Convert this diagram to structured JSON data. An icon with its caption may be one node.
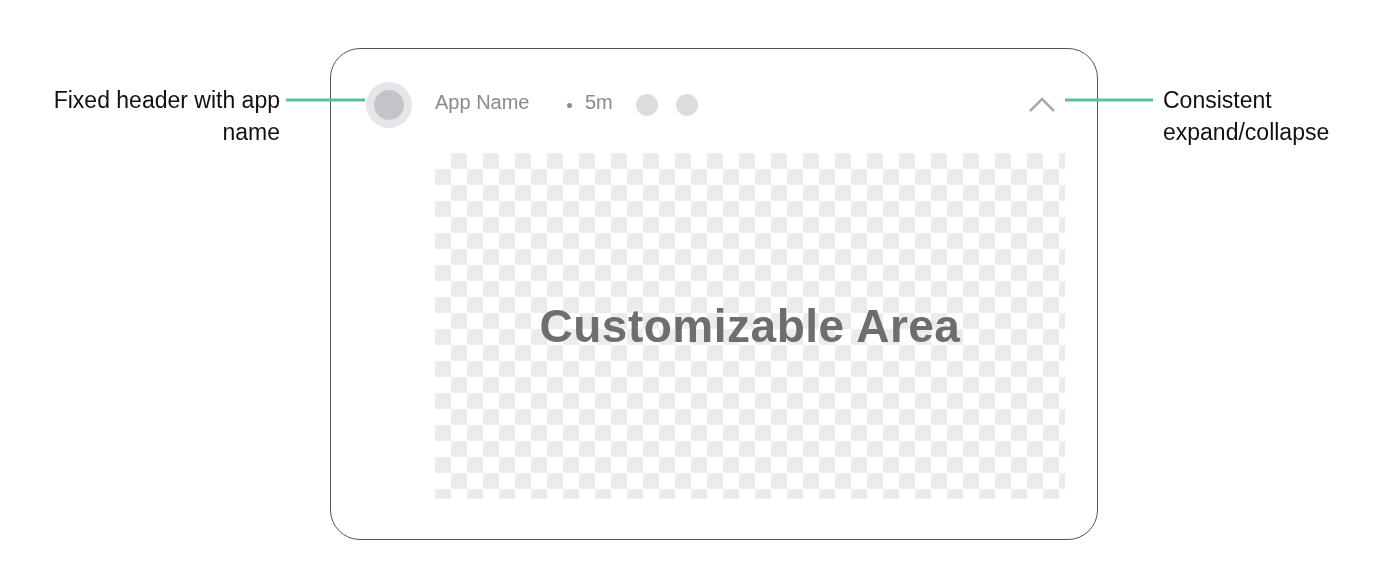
{
  "diagram": {
    "nodes": [
      {
        "text": [
          "Fixed header with app name"
        ]
      },
      {
        "text": [],
        "shape": "box"
      },
      {
        "text": [],
        "shape": "circle",
        "in": 1
      },
      {
        "text": [],
        "shape": "chevron",
        "in": 1
      },
      {
        "text": [
          "Customizable Area"
        ],
        "in": 1
      },
      {
        "text": [
          "Consistent expand/collapse"
        ]
      }
    ],
    "edges": [
      {
        "from": 0,
        "to": 2,
        "arrow": "none",
        "color": "#5bbfa0"
      },
      {
        "from": 5,
        "to": 3,
        "arrow": "none",
        "color": "#5bbfa0"
      }
    ],
    "labels": [
      "App Name",
      "5m"
    ]
  }
}
